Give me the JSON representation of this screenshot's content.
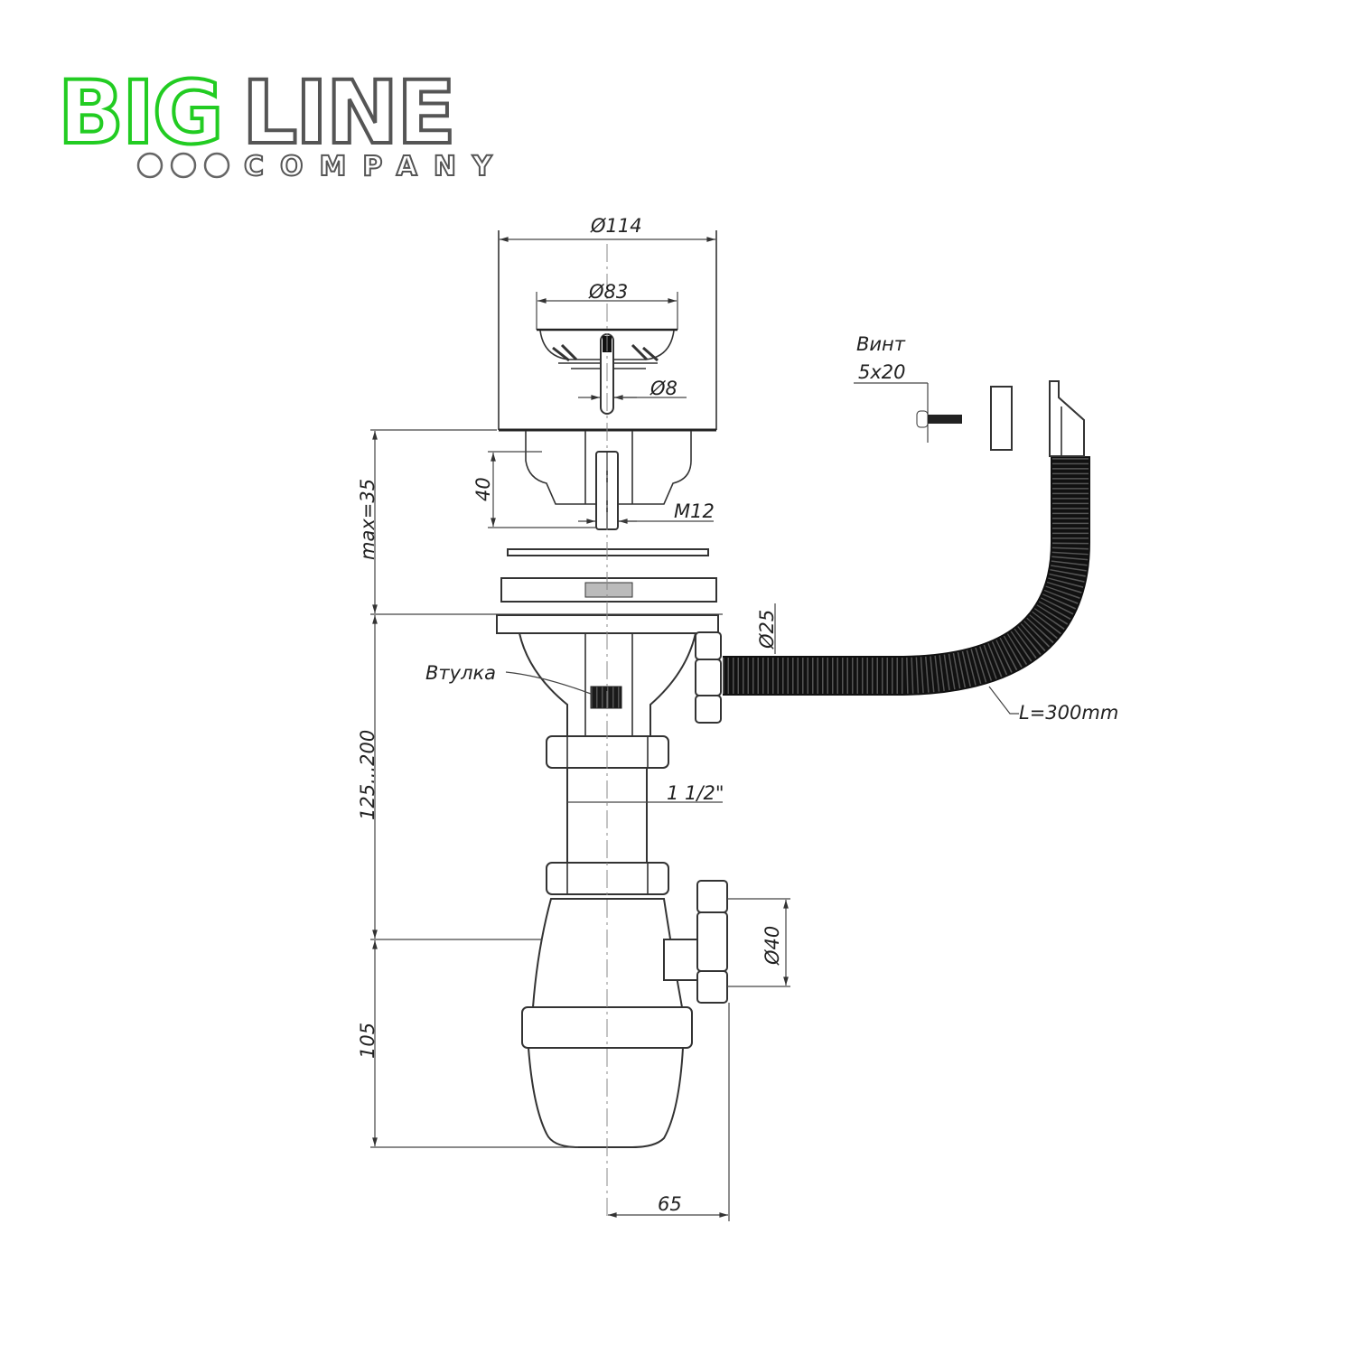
{
  "logo": {
    "big": "BIG",
    "line": "LINE",
    "company": "COMPANY",
    "green": "#22cc22",
    "gray": "#555555"
  },
  "labels": {
    "d114": "Ø114",
    "d83": "Ø83",
    "d8": "Ø8",
    "m12": "M12",
    "h40": "40",
    "max35": "max=35",
    "screw_title": "Винт",
    "screw_size": "5x20",
    "d25": "Ø25",
    "bushing": "Втулка",
    "hose_length": "L=300mm",
    "range": "125...200",
    "thread": "1 1/2\"",
    "d40": "Ø40",
    "h105": "105",
    "w65": "65"
  }
}
